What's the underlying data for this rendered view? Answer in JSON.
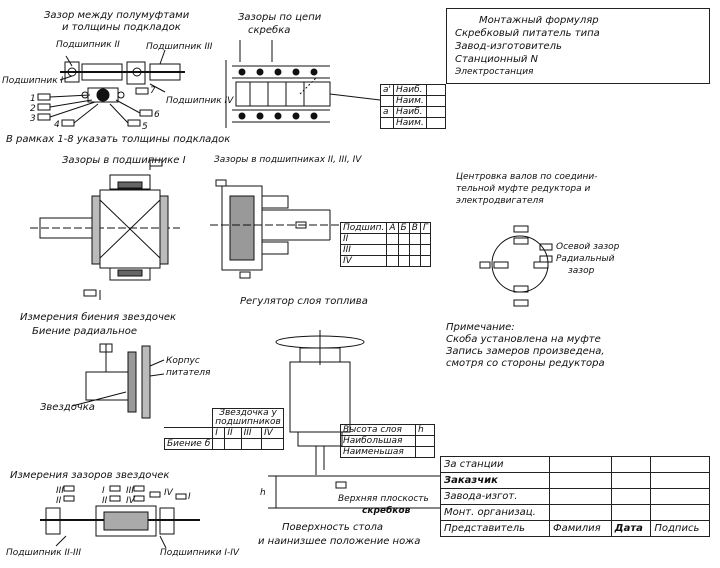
{
  "top_left": {
    "title_line1": "Зазор между полумуфтами",
    "title_line2": "и толщины подкладок",
    "bearing_2": "Подшипник II",
    "bearing_3": "Подшипник III",
    "bearing_1": "Подшипник I",
    "bearing_4": "Подшипник IV",
    "shims": [
      "1",
      "2",
      "3",
      "4",
      "5",
      "6",
      "7"
    ],
    "note": "В рамках 1-8 указать толщины подкладок"
  },
  "chain_gaps": {
    "title_line1": "Зазоры по цепи",
    "title_line2": "скребка",
    "mini_table": {
      "rows": [
        {
          "axis": "а'",
          "label": "Наиб."
        },
        {
          "axis": "",
          "label": "Наим."
        },
        {
          "axis": "а",
          "label": "Наиб."
        },
        {
          "axis": "",
          "label": "Наим."
        }
      ]
    }
  },
  "form_header": {
    "line1": "Монтажный формуляр",
    "line2": "Скребковый питатель типа",
    "line3": "Завод-изготовитель",
    "line4": "Станционный N",
    "line5": "Электростанция"
  },
  "bearing1": {
    "title": "Зазоры в подшипнике I"
  },
  "bearing234": {
    "title": "Зазоры в подшипниках II, III, IV",
    "table": {
      "header": [
        "Подшип.",
        "А",
        "Б",
        "В",
        "Г"
      ],
      "rows": [
        "II",
        "III",
        "IV"
      ]
    }
  },
  "centering": {
    "title_line1": "Центровка валов по соедини-",
    "title_line2": "тельной муфте редуктора и",
    "title_line3": "электродвигателя",
    "axial": "Осевой зазор",
    "radial_line1": "Радиальный",
    "radial_line2": "зазор"
  },
  "fuel_regulator": {
    "caption": "Регулятор слоя топлива"
  },
  "note": {
    "title": "Примечание:",
    "line1": "Скоба установлена на муфте",
    "line2": "Запись замеров произведена,",
    "line3": "смотря со стороны редуктора"
  },
  "sprocket_runout": {
    "title": "Измерения биения звездочек",
    "subtitle": "Биение радиальное",
    "housing_line1": "Корпус",
    "housing_line2": "питателя",
    "sprocket_label": "Звездочка",
    "table": {
      "header_line1": "Звездочка у",
      "header_line2": "подшипников",
      "row_label": "Биение б",
      "cols": [
        "I",
        "II",
        "III",
        "IV"
      ]
    }
  },
  "layer_table": {
    "rows": [
      {
        "label": "Высота слоя",
        "col": "h"
      },
      {
        "label": "Наибольшая",
        "col": ""
      },
      {
        "label": "Наименьшая",
        "col": ""
      }
    ],
    "dim_label": "h",
    "upper_plane_line1": "Верхняя плоскость",
    "upper_plane_line2": "скребков",
    "surface_line1": "Поверхность стола",
    "surface_line2": "и наинизшее положение ножа"
  },
  "sprocket_gaps": {
    "title": "Измерения зазоров звездочек",
    "bearings_left": "Подшипник II-III",
    "bearings_right": "Подшипники I-IV",
    "roman_left": [
      "III",
      "II",
      "I"
    ],
    "roman_mid": [
      "II",
      "III",
      "IV"
    ],
    "roman_right": [
      "IV",
      "I"
    ]
  },
  "signature_table": {
    "rows": [
      "За станции",
      "Заказчик",
      "Завода-изгот.",
      "Монт. организац."
    ],
    "footer": [
      "Представитель",
      "Фамилия",
      "Дата",
      "Подпись"
    ]
  }
}
